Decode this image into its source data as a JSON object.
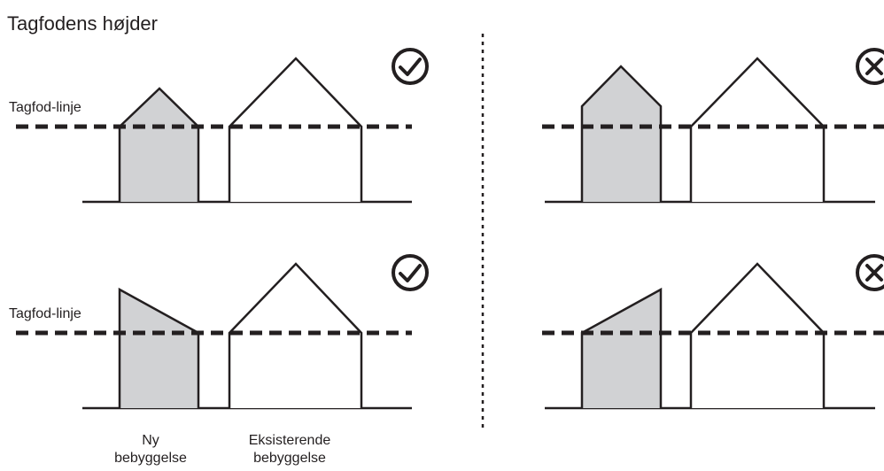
{
  "title": "Tagfodens højder",
  "label_eave_line": "Tagfod-linje",
  "caption_new": "Ny\nbebyggelse",
  "caption_existing": "Eksisterende\nbebyggelse",
  "colors": {
    "ink": "#231f20",
    "new_building_fill": "#d1d2d4",
    "background": "#ffffff"
  },
  "icons": {
    "correct": "check-circle-icon",
    "wrong": "x-circle-icon"
  }
}
